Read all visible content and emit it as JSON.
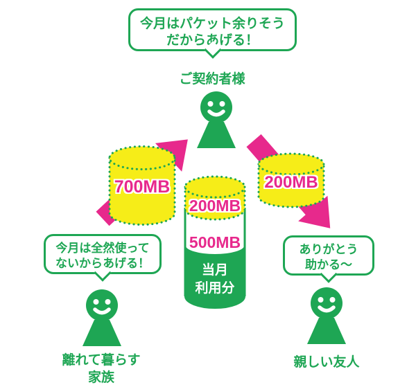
{
  "colors": {
    "green": "#1ea654",
    "pink": "#e7298c",
    "yellow": "#f6ed18",
    "white": "#ffffff"
  },
  "top_bubble": {
    "line1": "今月はパケット余りそう",
    "line2": "だからあげる！"
  },
  "contractor_label": "ご契約者様",
  "left_bubble": {
    "line1": "今月は全然使って",
    "line2": "ないからあげる！"
  },
  "right_bubble": {
    "line1": "ありがとう",
    "line2": "助かる～"
  },
  "left_person_label": {
    "line1": "離れて暮らす",
    "line2": "家族"
  },
  "right_person_label": "親しい友人",
  "left_gift_cylinder": {
    "amount": "700MB"
  },
  "right_gift_cylinder": {
    "amount": "200MB"
  },
  "center_cylinder": {
    "gifted": "200MB",
    "remaining": "500MB",
    "usage_line1": "当月",
    "usage_line2": "利用分"
  }
}
